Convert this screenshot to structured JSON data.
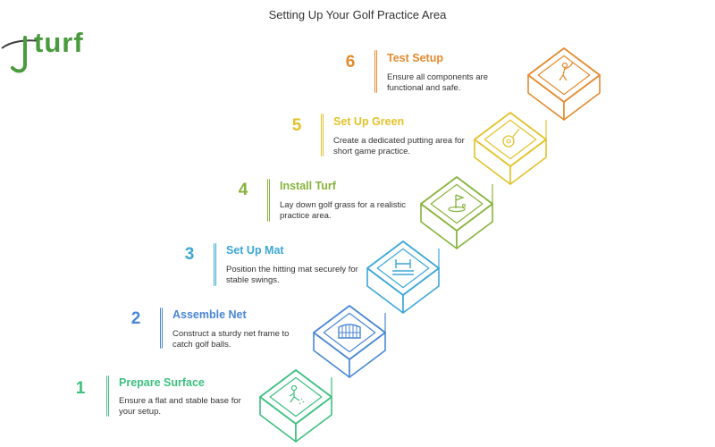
{
  "title": "Setting Up Your Golf Practice Area",
  "logo": {
    "text": "turf",
    "colors": {
      "green": "#4a9a3e",
      "dark": "#3c3c3c"
    }
  },
  "steps": [
    {
      "number": "1",
      "title": "Prepare Surface",
      "description": "Ensure a flat and stable base for your setup.",
      "color": "#3dbf7f",
      "icon": "golfer-crouching-icon"
    },
    {
      "number": "2",
      "title": "Assemble Net",
      "description": "Construct a sturdy net frame to catch golf balls.",
      "color": "#4a86d6",
      "icon": "golf-net-icon"
    },
    {
      "number": "3",
      "title": "Set Up Mat",
      "description": "Position the hitting mat securely for stable swings.",
      "color": "#3ca6d8",
      "icon": "hitting-mat-icon"
    },
    {
      "number": "4",
      "title": "Install Turf",
      "description": "Lay down golf grass for a realistic practice area.",
      "color": "#86b33c",
      "icon": "golf-flag-icon"
    },
    {
      "number": "5",
      "title": "Set Up Green",
      "description": "Create a dedicated putting area for short game practice.",
      "color": "#e3c22a",
      "icon": "putting-green-icon"
    },
    {
      "number": "6",
      "title": "Test Setup",
      "description": "Ensure all components are functional and safe.",
      "color": "#e48a2e",
      "icon": "golfer-swing-icon"
    }
  ]
}
